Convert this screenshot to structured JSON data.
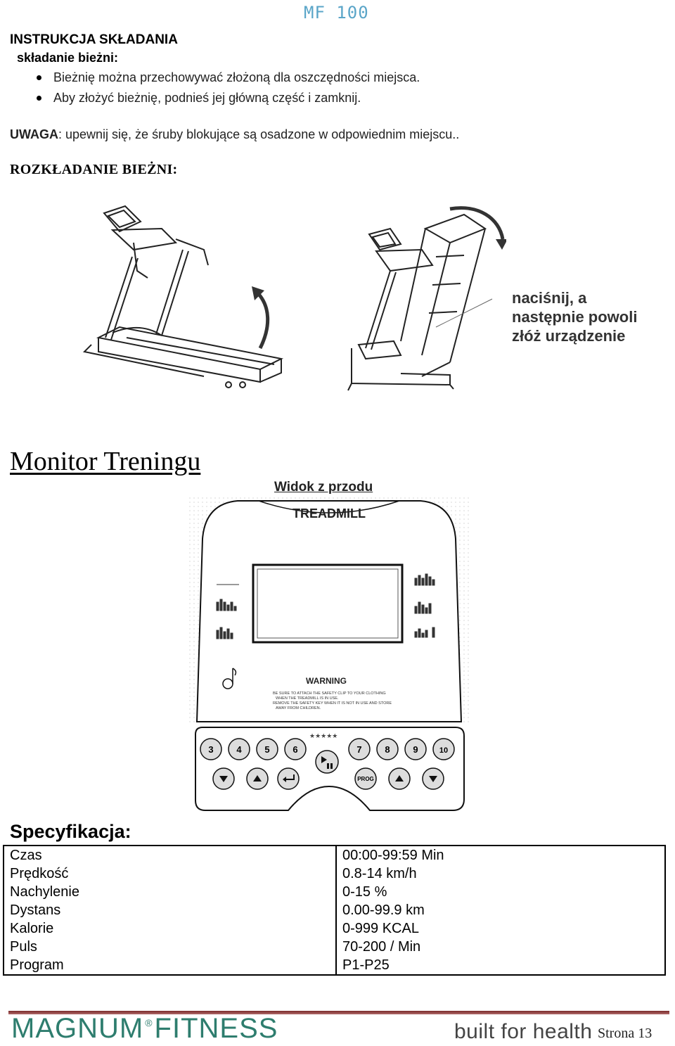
{
  "model": "MF 100",
  "instructions": {
    "heading": "INSTRUKCJA SKŁADANIA",
    "subheading": "składanie bieżni:",
    "bullets": [
      "Bieżnię można przechowywać złożoną dla oszczędności miejsca.",
      "Aby złożyć bieżnię, podnieś jej główną część i zamknij."
    ],
    "warning_label": "UWAGA",
    "warning_text": ": upewnij się, że śruby blokujące są osadzone w odpowiednim miejscu.."
  },
  "unfold_heading": "ROZKŁADANIE BIEŻNI:",
  "fold_note": [
    "naciśnij, a",
    "następnie powoli",
    "złóż urządzenie"
  ],
  "monitor": {
    "title": "Monitor Treningu",
    "front_view": "Widok z przodu",
    "brand_label": "TREADMILL",
    "warning_title": "WARNING",
    "warning_lines": [
      "BE SURE TO ATTACH THE SAFETY CLIP TO YOUR CLOTHING",
      "WHEN THE TREADMILL IS IN USE.",
      "REMOVE THE SAFETY KEY WHEN IT IS NOT IN USE AND STORE",
      "AWAY FROM CHILDREN."
    ],
    "left_keys": [
      "3",
      "4",
      "5",
      "6"
    ],
    "right_keys": [
      "7",
      "8",
      "9",
      "10"
    ],
    "prog_label": "PROG"
  },
  "spec": {
    "title": "Specyfikacja:",
    "rows": [
      [
        "Czas",
        "00:00-99:59 Min"
      ],
      [
        "Prędkość",
        "0.8-14 km/h"
      ],
      [
        "Nachylenie",
        "0-15 %"
      ],
      [
        "Dystans",
        "0.00-99.9 km"
      ],
      [
        "Kalorie",
        "0-999 KCAL"
      ],
      [
        "Puls",
        "70-200 / Min"
      ],
      [
        "Program",
        "P1-P25"
      ]
    ]
  },
  "footer": {
    "brand_left": "MAGNUM",
    "brand_reg": "®",
    "brand_right": "FITNESS",
    "tagline": "built for health",
    "page": "Strona 13"
  }
}
